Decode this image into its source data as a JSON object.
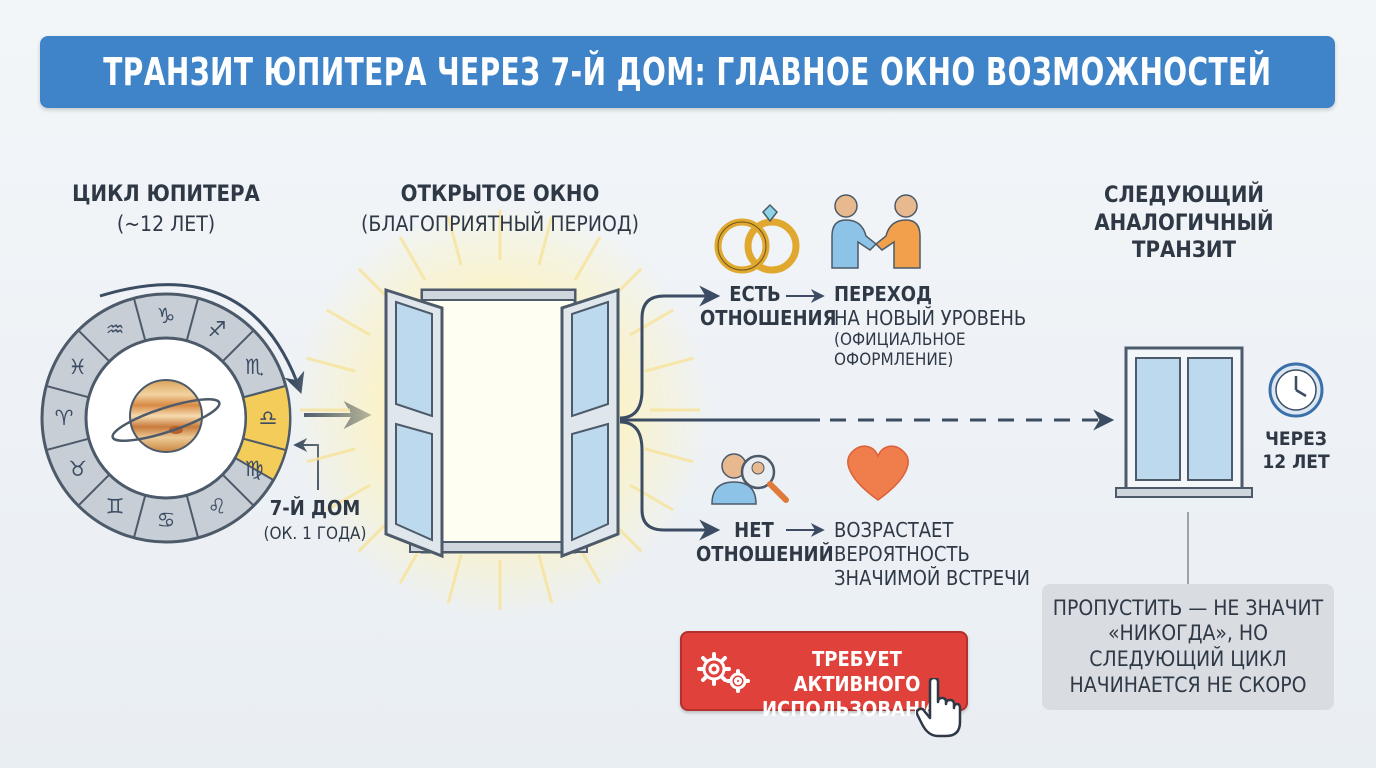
{
  "header": {
    "title": "ТРАНЗИТ ЮПИТЕРА ЧЕРЕЗ 7-Й ДОМ: ГЛАВНОЕ ОКНО ВОЗМОЖНОСТЕЙ"
  },
  "cycle": {
    "title": "ЦИКЛ ЮПИТЕРА",
    "subtitle": "(~12 ЛЕТ)"
  },
  "zodiac_signs": [
    "♑",
    "♐",
    "♏",
    "♎",
    "♍",
    "♌",
    "♋",
    "♊",
    "♉",
    "♈",
    "♓",
    "♒"
  ],
  "house": {
    "title": "7-Й ДОМ",
    "subtitle": "(ОК. 1 ГОДА)"
  },
  "window_open": {
    "title": "ОТКРЫТОЕ ОКНО",
    "subtitle": "(БЛАГОПРИЯТНЫЙ ПЕРИОД)"
  },
  "branch_yes": {
    "label_1": "ЕСТЬ",
    "label_2": "ОТНОШЕНИЯ",
    "result_1": "ПЕРЕХОД",
    "result_2": "НА НОВЫЙ УРОВЕНЬ",
    "result_3": "(ОФИЦИАЛЬНОЕ",
    "result_4": "ОФОРМЛЕНИЕ)"
  },
  "branch_no": {
    "label_1": "НЕТ",
    "label_2": "ОТНОШЕНИЙ",
    "result_1": "ВОЗРАСТАЕТ",
    "result_2": "ВЕРОЯТНОСТЬ",
    "result_3": "ЗНАЧИМОЙ ВСТРЕЧИ"
  },
  "next_transit": {
    "line_1": "СЛЕДУЮЩИЙ",
    "line_2": "АНАЛОГИЧНЫЙ",
    "line_3": "ТРАНЗИТ"
  },
  "clock": {
    "line_1": "ЧЕРЕЗ",
    "line_2": "12 ЛЕТ"
  },
  "note": {
    "line_1": "ПРОПУСТИТЬ — НЕ ЗНАЧИТ",
    "line_2": "«НИКОГДА», НО",
    "line_3": "СЛЕДУЮЩИЙ ЦИКЛ",
    "line_4": "НАЧИНАЕТСЯ НЕ СКОРО"
  },
  "cta": {
    "line_1": "ТРЕБУЕТ АКТИВНОГО",
    "line_2": "ИСПОЛЬЗОВАНИЯ!"
  },
  "colors": {
    "header": "#3f84c8",
    "accent_gold": "#e9b949",
    "cta_red": "#e0413b",
    "heart": "#f07d4c",
    "window_glass": "#bcd9ee"
  }
}
